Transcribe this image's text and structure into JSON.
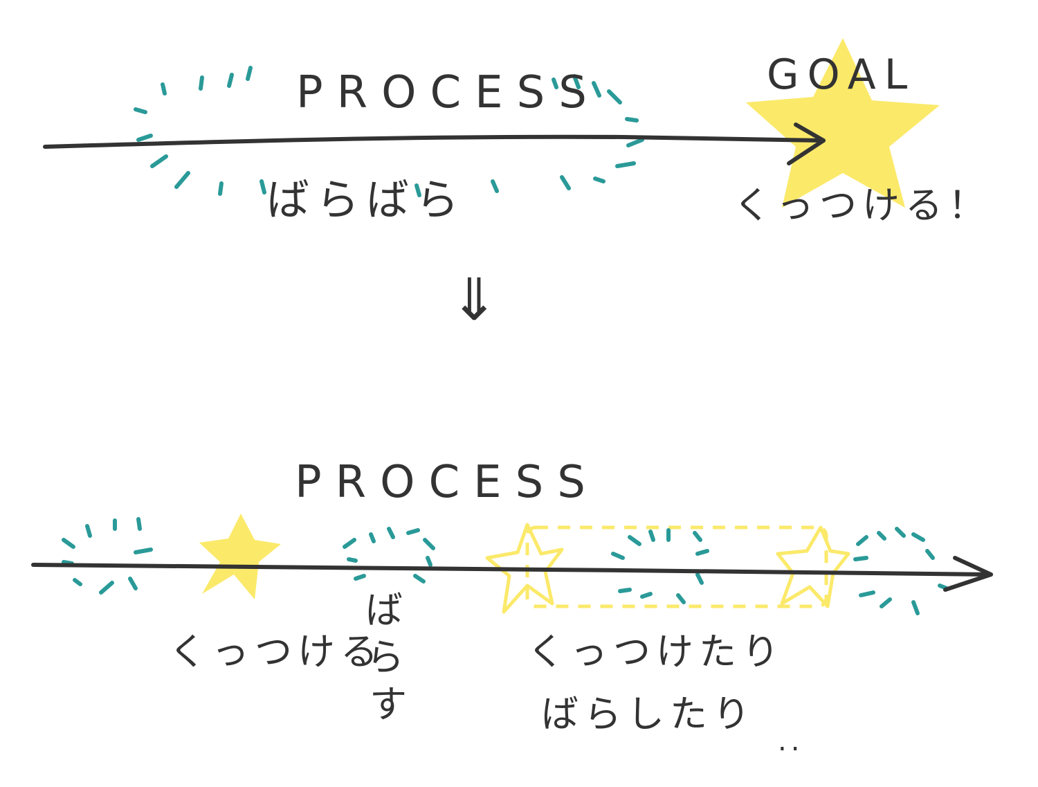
{
  "top": {
    "process_label": "PROCESS",
    "goal_label": "GOAL",
    "scatter_label": "ばらばら",
    "attach_label": "くっつける！"
  },
  "transition_arrow": "⇓",
  "bottom": {
    "process_label": "PROCESS",
    "attach_label": "くっつける",
    "scatter_chars": [
      "ば",
      "ら",
      "す"
    ],
    "mixed_line1": "くっつけたり",
    "mixed_line2": "ばらしたり",
    "trailing_dots": ".."
  },
  "colors": {
    "ink": "#333333",
    "teal": "#2a9a98",
    "yellow": "#fbe96a"
  }
}
